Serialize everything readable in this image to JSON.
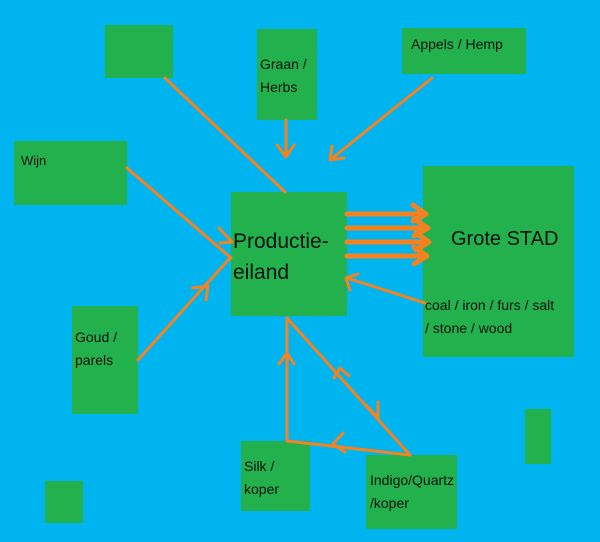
{
  "nodes": {
    "blank_top": "",
    "graan": "Graan /\nHerbs",
    "appels": "Appels / Hemp",
    "wijn": "Wijn",
    "productie": "Productie-\neiland",
    "stad": "Grote STAD",
    "stad_goods": "coal / iron / furs / salt\n/ stone / wood",
    "goud": "Goud /\nparels",
    "silk": "Silk /\nkoper",
    "indigo": "Indigo/Quartz\n/koper",
    "blank_right": "",
    "blank_bottom": ""
  },
  "colors": {
    "background": "#00b4ef",
    "node": "#22b14c",
    "arrow": "#f58220"
  }
}
